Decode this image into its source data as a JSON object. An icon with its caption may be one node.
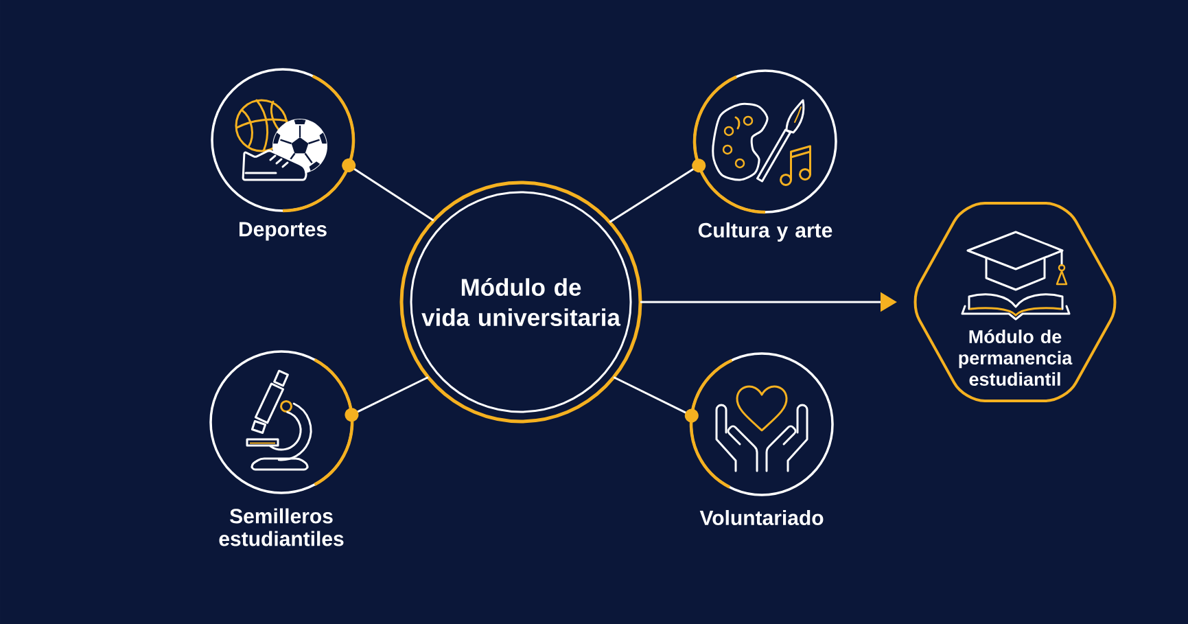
{
  "diagram": {
    "nodes": [
      {
        "text": [
          "Deportes"
        ]
      },
      {
        "text": [
          "Cultura y arte"
        ]
      },
      {
        "text": [
          "Módulo de vida universitaria"
        ]
      },
      {
        "text": [
          "Módulo de permanencia estudiantil"
        ]
      },
      {
        "text": [
          "Semilleros estudiantiles"
        ]
      },
      {
        "text": [
          "Voluntariado"
        ]
      }
    ],
    "edges": [
      {
        "from": 0,
        "to": 2,
        "arrow": "other"
      },
      {
        "from": 1,
        "to": 2,
        "arrow": "other"
      },
      {
        "from": 4,
        "to": 2,
        "arrow": "other"
      },
      {
        "from": 5,
        "to": 2,
        "arrow": "other"
      },
      {
        "from": 2,
        "to": 3,
        "arrow": "to"
      }
    ]
  }
}
